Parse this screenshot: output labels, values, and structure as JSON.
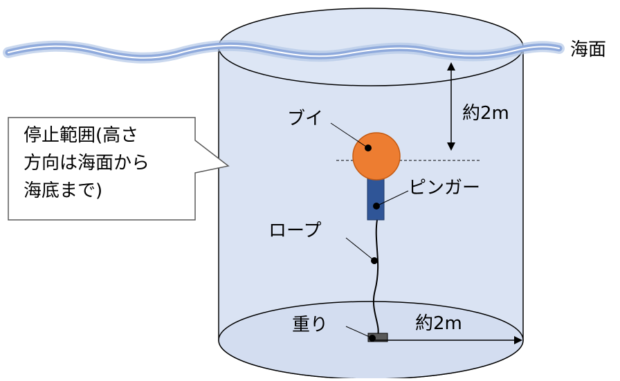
{
  "labels": {
    "sea_surface": "海面",
    "buoy": "ブイ",
    "pinger": "ピンガー",
    "rope": "ロープ",
    "weight": "重り",
    "depth_distance": "約2m",
    "horizontal_distance": "約2m"
  },
  "callout": {
    "lines": [
      "停止範囲(高さ",
      "方向は海面から",
      "海底まで)"
    ]
  },
  "colors": {
    "cylinder_fill": "#dae3f3",
    "outline": "#000000",
    "wave": "#8faadc",
    "buoy": "#ed7d31",
    "pinger": "#2f5597",
    "weight": "#595959"
  }
}
